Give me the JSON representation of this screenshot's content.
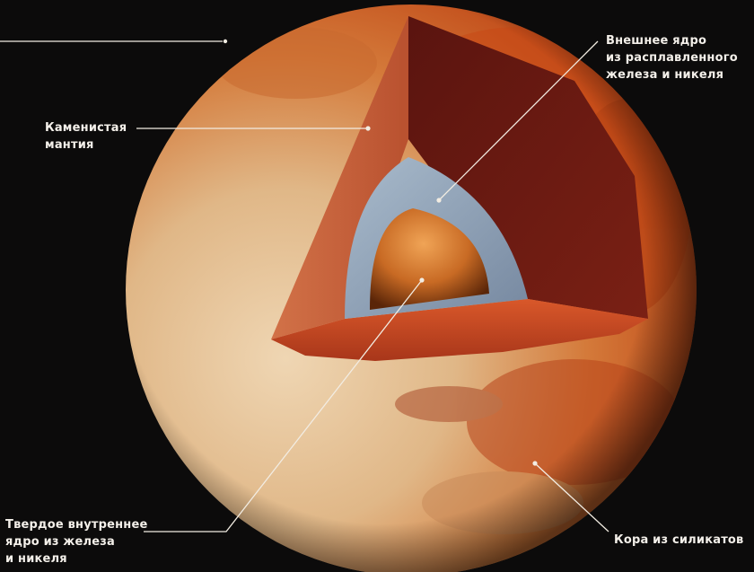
{
  "labels": {
    "mantle": {
      "lines": [
        "Каменистая",
        "мантия"
      ]
    },
    "outer_core": {
      "lines": [
        "Внешнее ядро",
        "из расплавленного",
        "железа и никеля"
      ]
    },
    "inner_core": {
      "lines": [
        "Твердое внутреннее",
        "ядро из железа",
        "и никеля"
      ]
    },
    "crust": {
      "lines": [
        "Кора из силикатов"
      ]
    }
  },
  "colors": {
    "background": "#0c0b0b",
    "planet_light": "#e9c9a3",
    "planet_dark": "#c2501e",
    "mantle_face": "#c4603a",
    "mantle_dark": "#6e1b12",
    "outer_core": "#8fa3b8",
    "inner_core": "#d27a2c",
    "label_text": "#f4f0ea"
  }
}
